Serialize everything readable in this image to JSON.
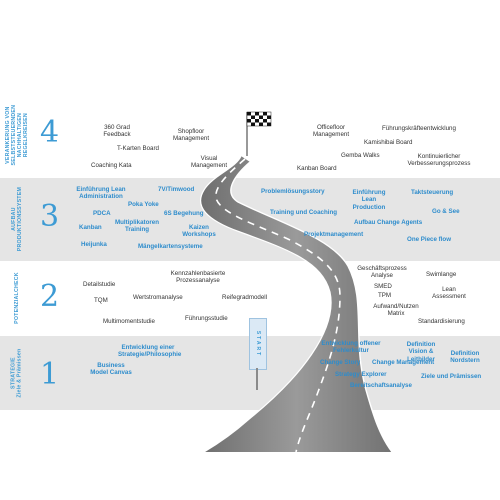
{
  "colors": {
    "accent": "#3d9bd4",
    "label_blue": "#2d8ccc",
    "label_dark": "#333333",
    "band_gray": "#e5e5e5"
  },
  "stages": [
    {
      "number": "4",
      "title": "VERANKERUNG VON SELBSTSTEUERNDEN NACHHALTIGEN REGELKREISEN",
      "title_lines": [
        "VERANKERUNG VON",
        "SELBSTSTEUERNDEN",
        "NACHHALTIGEN",
        "REGELKREISEN"
      ],
      "subtitle": ""
    },
    {
      "number": "3",
      "title_lines": [
        "AUFBAU",
        "PRODUKTIONSSYSTEM"
      ],
      "subtitle": ""
    },
    {
      "number": "2",
      "title_lines": [
        "POTENZIALCHECK"
      ],
      "subtitle": ""
    },
    {
      "number": "1",
      "title_lines": [
        "STRATEGIE"
      ],
      "subtitle": "Ziele & Prämissen"
    }
  ],
  "start_sign": "START",
  "labels4": [
    "360 Grad Feedback",
    "T-Karten Board",
    "Coaching Kata",
    "Shopfloor Management",
    "Visual Management",
    "Officefloor Management",
    "Führungskräfteentwicklung",
    "Kamishibai Board",
    "Gemba Walks",
    "Kontinuierlicher Verbesserungsprozess",
    "Kanban Board"
  ],
  "labels3": [
    "Einführung Lean Administration",
    "7V/Timwood",
    "PDCA",
    "Poka Yoke",
    "6S Begehung",
    "Multiplikatoren Training",
    "Kanban",
    "Kaizen Workshops",
    "Heijunka",
    "Mängelkartensysteme",
    "Problemlösungsstory",
    "Einführung Lean Production",
    "Taktsteuerung",
    "Training und Coaching",
    "Go & See",
    "Aufbau Change Agents",
    "Projektmanagement",
    "One Piece flow"
  ],
  "labels2": [
    "Kennzahlenbasierte Prozessanalyse",
    "Detailstudie",
    "TQM",
    "Wertstromanalyse",
    "Reifegradmodell",
    "Multimomentstudie",
    "Führungsstudie",
    "Geschäftsprozess Analyse",
    "Swimlange",
    "SMED",
    "TPM",
    "Lean Assessment",
    "Aufwand/Nutzen Matrix",
    "Standardisierung"
  ],
  "labels1": [
    "Entwicklung einer Strategie/Philosophie",
    "Business Model Canvas",
    "Entwicklung offener Fehlerkultur",
    "Definition Vision & Leitbilder",
    "Definition Nordstern",
    "Change Story",
    "Change Management",
    "Strategy Explorer",
    "Ziele und Prämissen",
    "Bereitschaftsanalyse"
  ]
}
